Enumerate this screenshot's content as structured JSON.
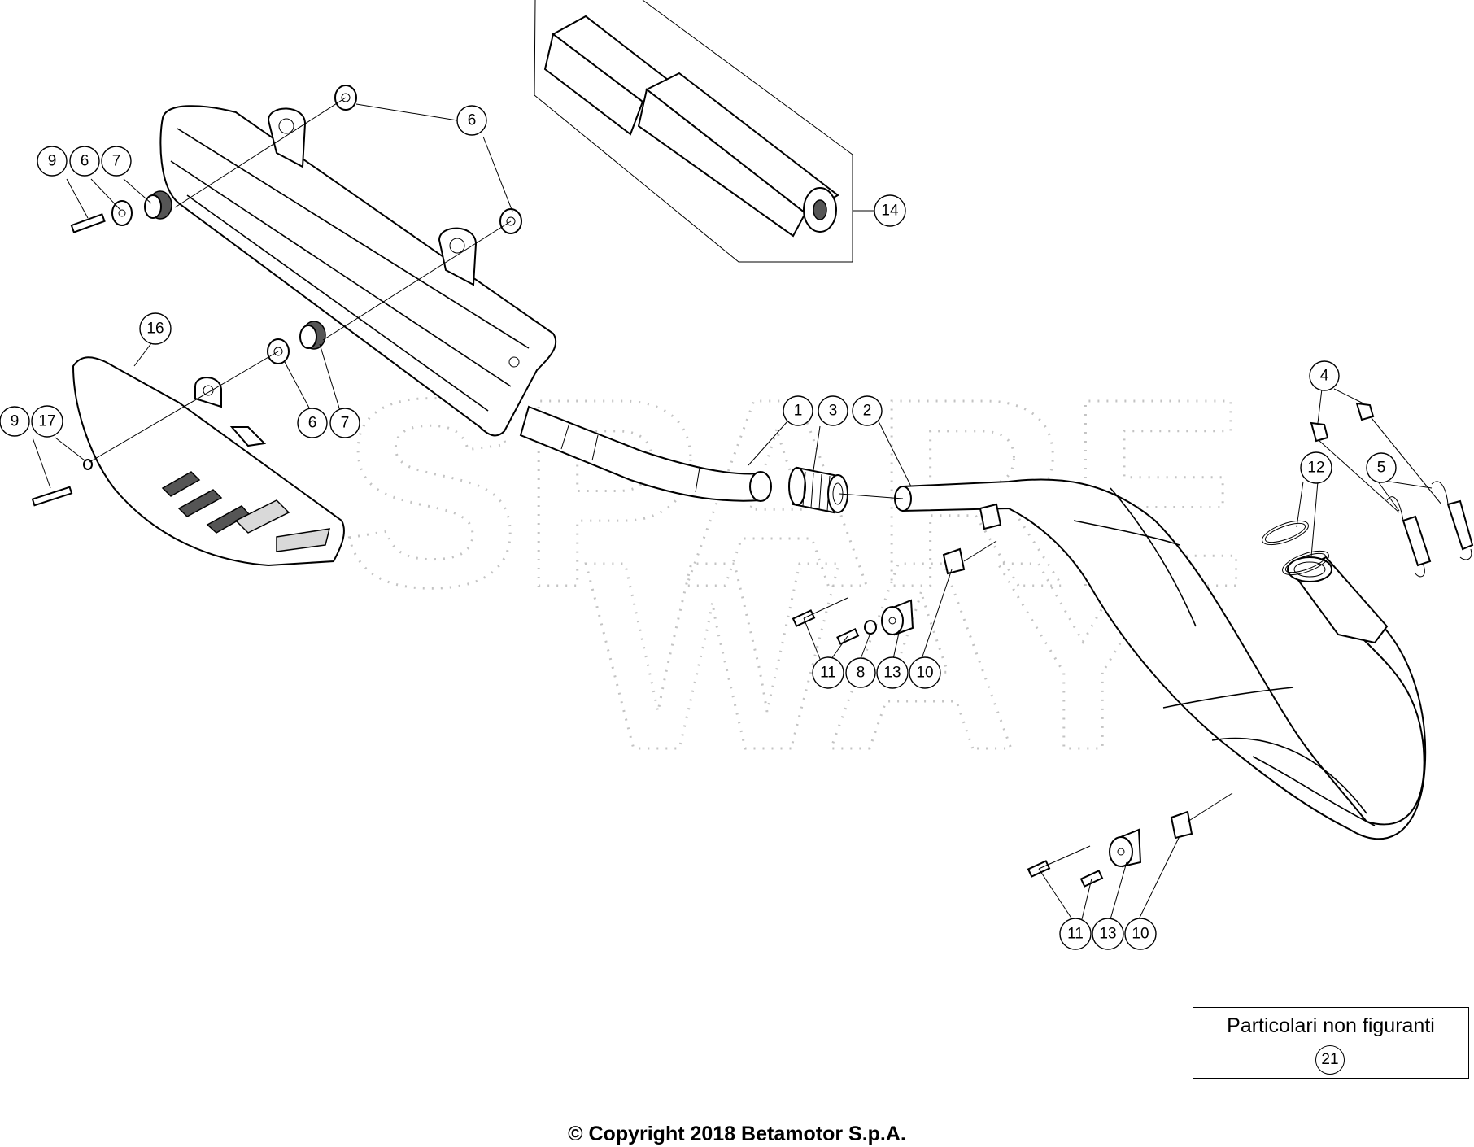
{
  "watermark": {
    "line1": "SPARE",
    "line2": "WAY"
  },
  "callouts": [
    {
      "id": "c-9a",
      "label": "9"
    },
    {
      "id": "c-6a",
      "label": "6"
    },
    {
      "id": "c-7a",
      "label": "7"
    },
    {
      "id": "c-6b",
      "label": "6"
    },
    {
      "id": "c-14",
      "label": "14"
    },
    {
      "id": "c-16",
      "label": "16"
    },
    {
      "id": "c-9b",
      "label": "9"
    },
    {
      "id": "c-17",
      "label": "17"
    },
    {
      "id": "c-6c",
      "label": "6"
    },
    {
      "id": "c-7b",
      "label": "7"
    },
    {
      "id": "c-1",
      "label": "1"
    },
    {
      "id": "c-3",
      "label": "3"
    },
    {
      "id": "c-2",
      "label": "2"
    },
    {
      "id": "c-4",
      "label": "4"
    },
    {
      "id": "c-5",
      "label": "5"
    },
    {
      "id": "c-12",
      "label": "12"
    },
    {
      "id": "c-11a",
      "label": "11"
    },
    {
      "id": "c-8",
      "label": "8"
    },
    {
      "id": "c-13a",
      "label": "13"
    },
    {
      "id": "c-10a",
      "label": "10"
    },
    {
      "id": "c-11b",
      "label": "11"
    },
    {
      "id": "c-13b",
      "label": "13"
    },
    {
      "id": "c-10b",
      "label": "10"
    }
  ],
  "legend": {
    "title": "Particolari non figuranti",
    "part_number": "21"
  },
  "copyright": "© Copyright 2018 Betamotor S.p.A."
}
